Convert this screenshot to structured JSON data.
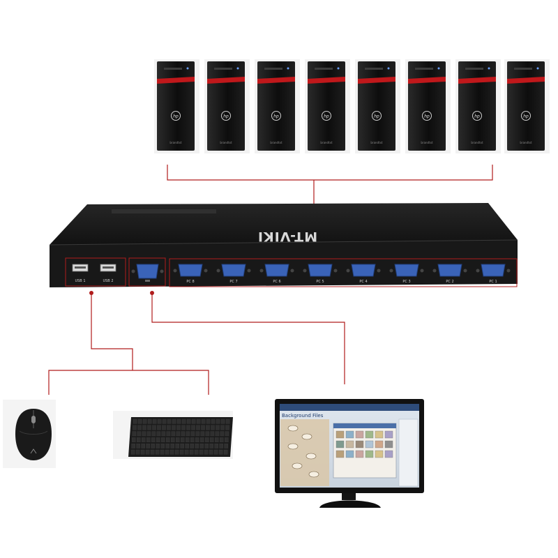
{
  "computers": [
    {
      "brand": "hp",
      "model": "brandtxt"
    },
    {
      "brand": "hp",
      "model": "brandtxt"
    },
    {
      "brand": "hp",
      "model": "brandtxt"
    },
    {
      "brand": "hp",
      "model": "brandtxt"
    },
    {
      "brand": "hp",
      "model": "brandtxt"
    },
    {
      "brand": "hp",
      "model": "brandtxt"
    },
    {
      "brand": "hp",
      "model": "brandtxt"
    },
    {
      "brand": "hp",
      "model": "brandtxt"
    }
  ],
  "kvm": {
    "brand_mark": "MT-VIKI",
    "ports": {
      "usb": [
        "USB 1",
        "USB 2"
      ],
      "pc": [
        "PC 8",
        "PC 7",
        "PC 6",
        "PC 5",
        "PC 4",
        "PC 3",
        "PC 2",
        "PC 1"
      ]
    }
  },
  "monitor": {
    "screen_title": "Background Files"
  },
  "colors": {
    "connector_line": "#b01c1c",
    "vga_port": "#3a63b8",
    "device_body": "#1b1b1b",
    "pc_accent": "#c0181b"
  }
}
